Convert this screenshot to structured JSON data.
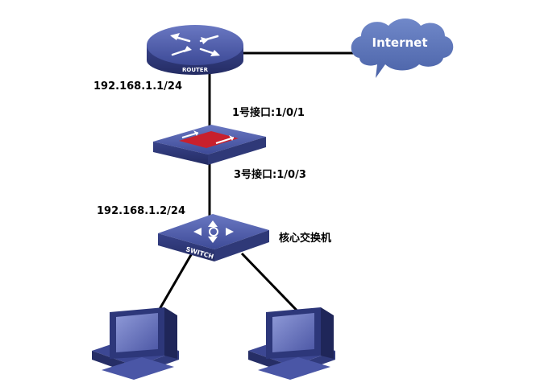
{
  "router": {
    "label": "ROUTER",
    "ip": "192.168.1.1/24"
  },
  "cloud": {
    "label": "Internet"
  },
  "firewall": {
    "port_up": "1号接口:1/0/1",
    "port_down": "3号接口:1/0/3"
  },
  "core_switch": {
    "label": "SWITCH",
    "ip": "192.168.1.2/24",
    "name": "核心交换机"
  },
  "computers": [
    {
      "icon": "pc-icon"
    },
    {
      "icon": "pc-icon"
    }
  ],
  "colors": {
    "device_blue": "#3f4f9c",
    "device_dark": "#27306d",
    "cloud_blue": "#5b74b6",
    "firewall_red": "#c8202d",
    "link": "#000000"
  }
}
